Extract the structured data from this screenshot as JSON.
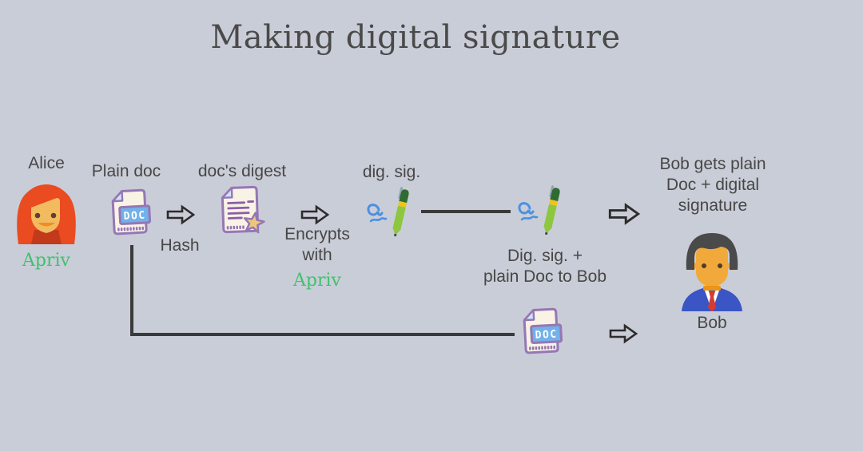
{
  "title": "Making digital signature",
  "colors": {
    "background": "#c9cdd7",
    "text": "#474747",
    "key_green": "#3fc16e",
    "connector_line": "#3a3a3a",
    "doc_border_purple": "#9577b5",
    "doc_fill_cream": "#f9f3e6",
    "doc_fold_blue": "#cfe4f8",
    "badge_blue": "#72b1ea",
    "star_gold": "#ecc87f",
    "pen_body_green": "#8dc63f",
    "pen_cap_green": "#2e6b33",
    "pen_band_yellow": "#f0c419",
    "signature_blue": "#4a90e2",
    "alice_hair_red": "#ea4b21",
    "bob_suit_blue": "#3b55c4",
    "bob_tie_red": "#d63b2f"
  },
  "icons": {
    "arrow_right": "outlined right arrow ⇨",
    "document": "page with DOC badge",
    "document_star": "page with text lines and gold star",
    "pen_signature": "green pen with blue signature squiggle",
    "woman_avatar": "red-haired woman face",
    "man_avatar": "man in blue suit with red tie"
  },
  "alice": {
    "name": "Alice",
    "private_key": "Apriv"
  },
  "bob": {
    "name": "Bob"
  },
  "steps": {
    "plain_doc": {
      "label": "Plain doc",
      "badge": "DOC"
    },
    "hash": {
      "label": "Hash"
    },
    "digest": {
      "label": "doc's digest"
    },
    "encrypt": {
      "line1": "Encrypts",
      "line2": "with",
      "key": "Apriv"
    },
    "dig_sig": {
      "label": "dig. sig."
    },
    "send": {
      "line1": "Dig. sig. +",
      "line2": "plain Doc to Bob"
    },
    "receive": {
      "line1": "Bob gets plain",
      "line2": "Doc + digital",
      "line3": "signature"
    },
    "plain_doc_copy": {
      "badge": "DOC"
    }
  }
}
